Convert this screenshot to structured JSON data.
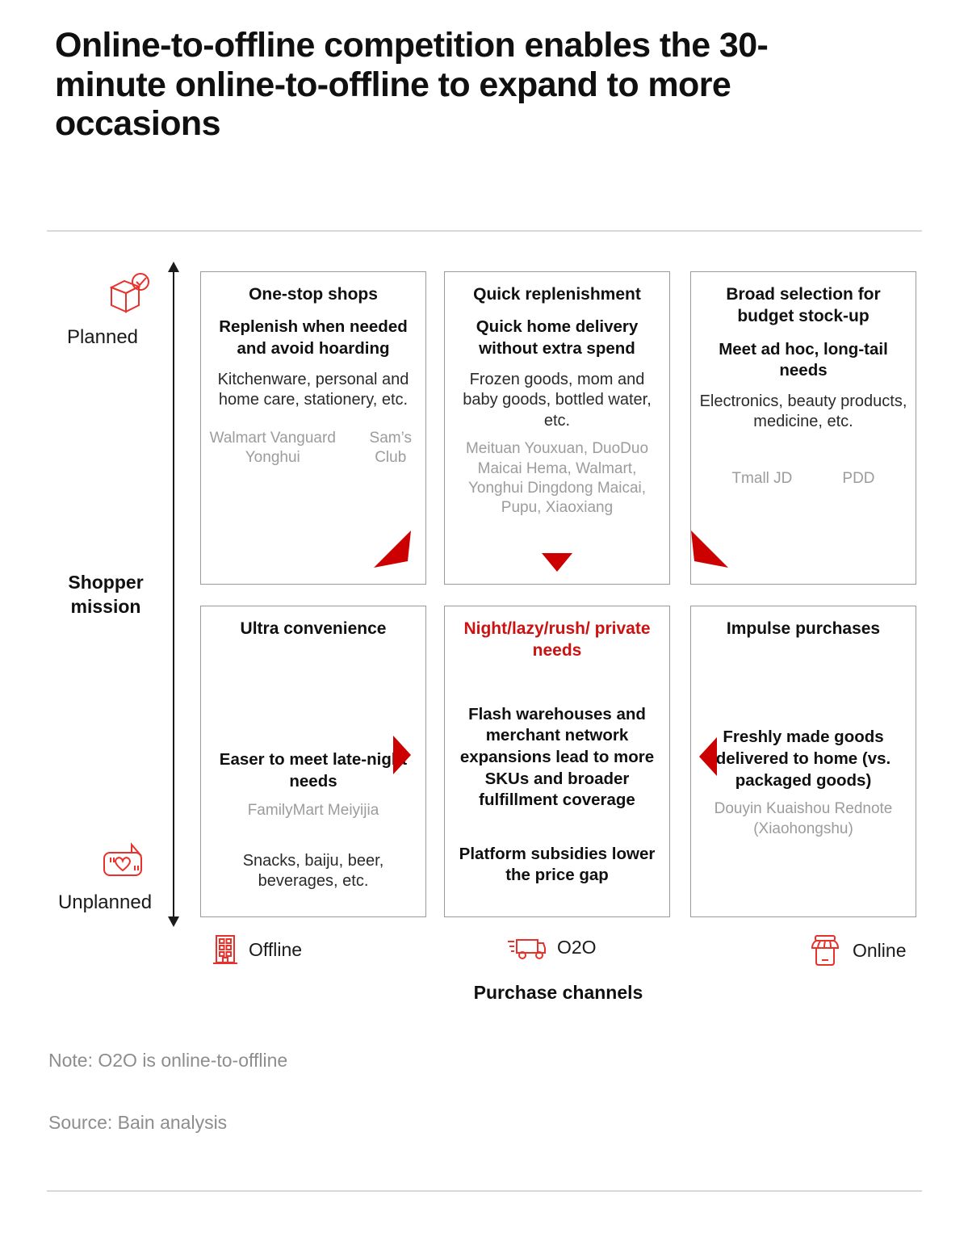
{
  "title": "Online-to-offline competition enables the 30-minute online-to-offline to expand to more occasions",
  "colors": {
    "red": "#CC0000",
    "red_text": "#CC1111",
    "gray_brand": "#9C9C9C",
    "rule": "#D8D8D8"
  },
  "y_axis": {
    "title": "Shopper mission",
    "top_label": "Planned",
    "bottom_label": "Unplanned",
    "top_icon": "planned-box-check-icon",
    "bottom_icon": "unplanned-heart-bubble-icon"
  },
  "x_axis": {
    "title": "Purchase channels",
    "channels": [
      {
        "label": "Offline",
        "icon": "building-icon"
      },
      {
        "label": "O2O",
        "icon": "delivery-truck-icon"
      },
      {
        "label": "Online",
        "icon": "storefront-icon"
      }
    ]
  },
  "cells": [
    {
      "header": "One-stop shops",
      "subhead": "Replenish when needed and avoid hoarding",
      "body": "Kitchenware, personal and home care, stationery, etc.",
      "brands_left": "Walmart Vanguard Yonghui",
      "brands_right": "Sam’s Club",
      "marker": "red-diagonal-arrow-bottom-right"
    },
    {
      "header": "Quick replenishment",
      "subhead": "Quick home delivery without extra spend",
      "body": "Frozen goods, mom and baby goods, bottled water, etc.",
      "brands": "Meituan Youxuan, DuoDuo Maicai Hema, Walmart, Yonghui Dingdong Maicai, Pupu, Xiaoxiang",
      "marker": "red-triangle-down"
    },
    {
      "header": "Broad selection for budget stock-up",
      "subhead": "Meet ad hoc, long-tail needs",
      "body": "Electronics, beauty products, medicine, etc.",
      "brand_a": "Tmall JD",
      "brand_b": "PDD",
      "marker": "red-diagonal-arrow-bottom-left"
    },
    {
      "header": "Ultra convenience",
      "subhead": "Easer to meet late-night needs",
      "brands": "FamilyMart Meiyijia",
      "body": "Snacks, baiju, beer, beverages, etc.",
      "marker": "red-triangle-right"
    },
    {
      "header": "Night/lazy/rush/ private needs",
      "header_is_red": true,
      "subhead": "Flash warehouses and merchant network expansions lead to more SKUs and broader fulfillment coverage",
      "subhead2": "Platform subsidies lower the price gap"
    },
    {
      "header": "Impulse purchases",
      "subhead": "Freshly made goods delivered to home (vs. packaged goods)",
      "brands": "Douyin Kuaishou Rednote (Xiaohongshu)",
      "marker": "red-triangle-left"
    }
  ],
  "footer": {
    "note": "Note: O2O is online-to-offline",
    "source": "Source: Bain analysis"
  }
}
